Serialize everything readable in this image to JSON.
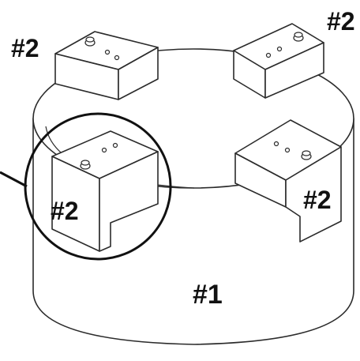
{
  "diagram": {
    "labels": {
      "base": "#1",
      "bracket_top_left": "#2",
      "bracket_top_right": "#2",
      "bracket_right": "#2",
      "bracket_callout": "#2"
    },
    "colors": {
      "line": "#2b2b2b",
      "fill": "#ffffff",
      "text": "#111111"
    }
  }
}
